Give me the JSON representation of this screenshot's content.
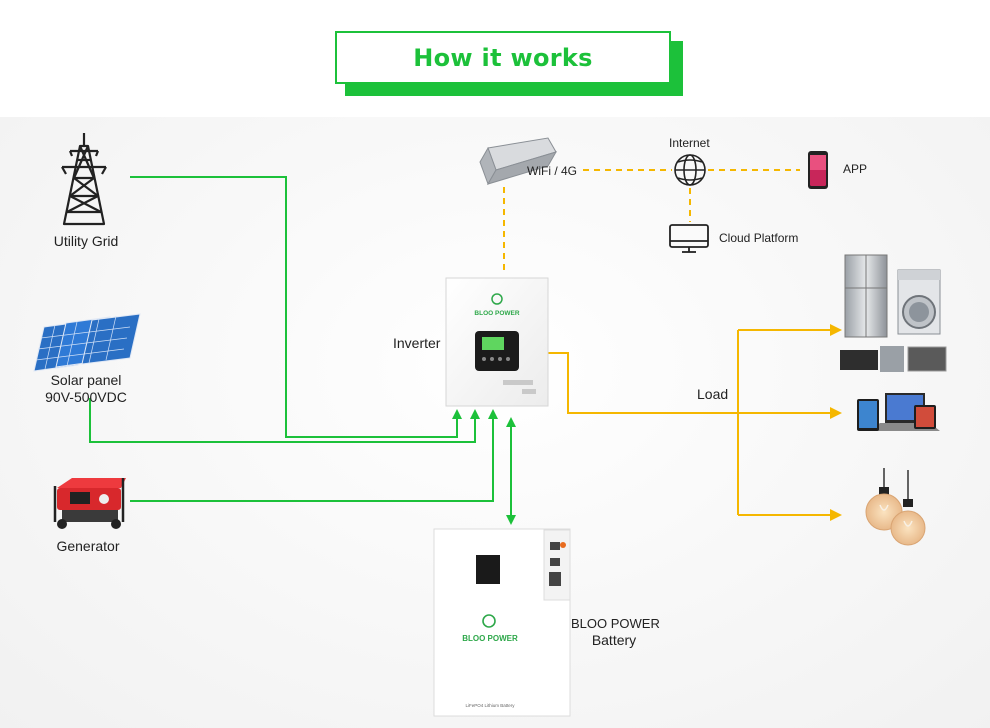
{
  "title": "How it works",
  "labels": {
    "utility_grid": "Utility Grid",
    "solar_panel_line1": "Solar panel",
    "solar_panel_line2": "90V-500VDC",
    "generator": "Generator",
    "wifi": "WiFi / 4G",
    "internet": "Internet",
    "app": "APP",
    "cloud": "Cloud Platform",
    "inverter": "Inverter",
    "load": "Load",
    "battery_line1": "BLOO POWER",
    "battery_line2": "Battery"
  },
  "device": {
    "brand": "BLOO POWER",
    "battery_caption": "LiFePO4 Lithium Battery"
  },
  "colors": {
    "accent_green": "#1cc13a",
    "flow_yellow": "#f5b700",
    "brand_green": "#2ea84a"
  }
}
